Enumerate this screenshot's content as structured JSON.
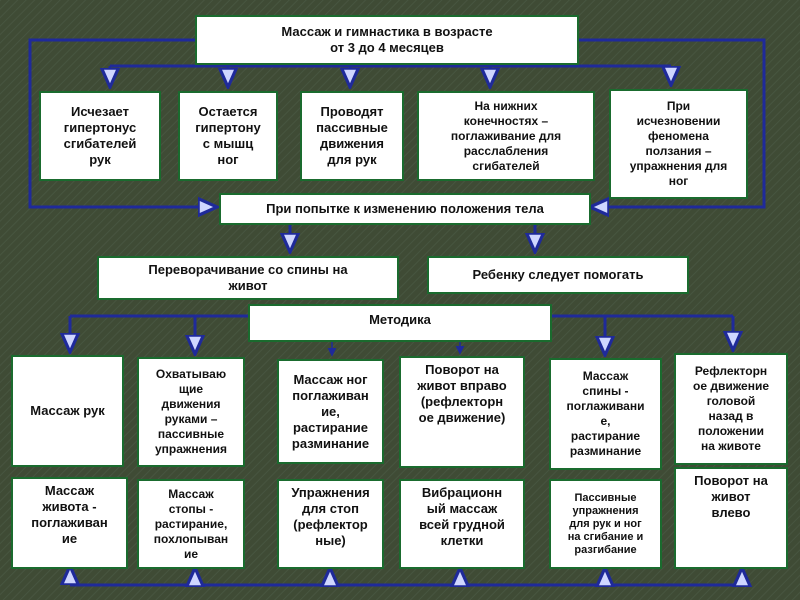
{
  "title": "Массаж и гимнастика в возрасте\nот 3 до 4 месяцев",
  "row1": [
    "Исчезает\nгипертонус\nсгибателей\nрук",
    "Остается\nгипертону\nс мышц\nног",
    "Проводят\nпассивные\nдвижения\nдля рук",
    "На нижних\nконечностях –\nпоглаживание для\nрасслабления\nсгибателей",
    "При\nисчезновении\nфеномена\nползания –\nупражнения для\nног"
  ],
  "position_change": "При попытке к изменению положения тела",
  "row2": [
    "Переворачивание со спины на\nживот",
    "Ребенку следует помогать"
  ],
  "method": "Методика",
  "row3": [
    "Массаж рук",
    "Охватываю\nщие\nдвижения\nруками –\nпассивные\nупражнения",
    "Массаж ног\nпоглаживан\nие,\nрастирание\nразминание",
    "Поворот на\nживот вправо\n(рефлекторн\nое движение)",
    "Массаж\nспины -\nпоглаживани\nе,\nрастирание\nразминание",
    "Рефлекторн\nое движение\nголовой\nназад в\nположении\nна животе"
  ],
  "row4": [
    "Массаж\nживота -\nпоглаживан\nие",
    "Массаж\nстопы -\nрастирание,\nпохлопыван\nие",
    "Упражнения\nдля стоп\n(рефлектор\nные)",
    "Вибрационн\nый массаж\nвсей грудной\nклетки",
    "Пассивные\nупражнения\nдля рук и ног\nна сгибание и\nразгибание",
    "Поворот на\nживот\nвлево"
  ],
  "colors": {
    "background": "#3e4a34",
    "box_border": "#1a6b2e",
    "connector": "#1f2a9a",
    "arrow": "#1f2a9a"
  }
}
